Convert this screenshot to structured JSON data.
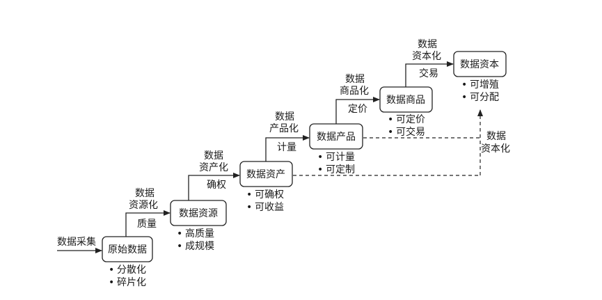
{
  "diagram": {
    "input": "数据采集",
    "nodes": [
      {
        "label": "原始数据",
        "props": [
          "分散化",
          "碎片化"
        ]
      },
      {
        "label": "数据资源",
        "props": [
          "高质量",
          "成规模"
        ]
      },
      {
        "label": "数据资产",
        "props": [
          "可确权",
          "可收益"
        ]
      },
      {
        "label": "数据产品",
        "props": [
          "可计量",
          "可定制"
        ]
      },
      {
        "label": "数据商品",
        "props": [
          "可定价",
          "可交易"
        ]
      },
      {
        "label": "数据资本",
        "props": [
          "可增殖",
          "可分配"
        ]
      }
    ],
    "transitions": [
      {
        "line1": "数据",
        "line2": "资源化",
        "action": "质量"
      },
      {
        "line1": "数据",
        "line2": "资产化",
        "action": "确权"
      },
      {
        "line1": "数据",
        "line2": "产品化",
        "action": "计量"
      },
      {
        "line1": "数据",
        "line2": "商品化",
        "action": "定价"
      },
      {
        "line1": "数据",
        "line2": "资本化",
        "action": "交易"
      }
    ],
    "side_label": {
      "line1": "数据",
      "line2": "资本化"
    },
    "bullet": "•"
  }
}
